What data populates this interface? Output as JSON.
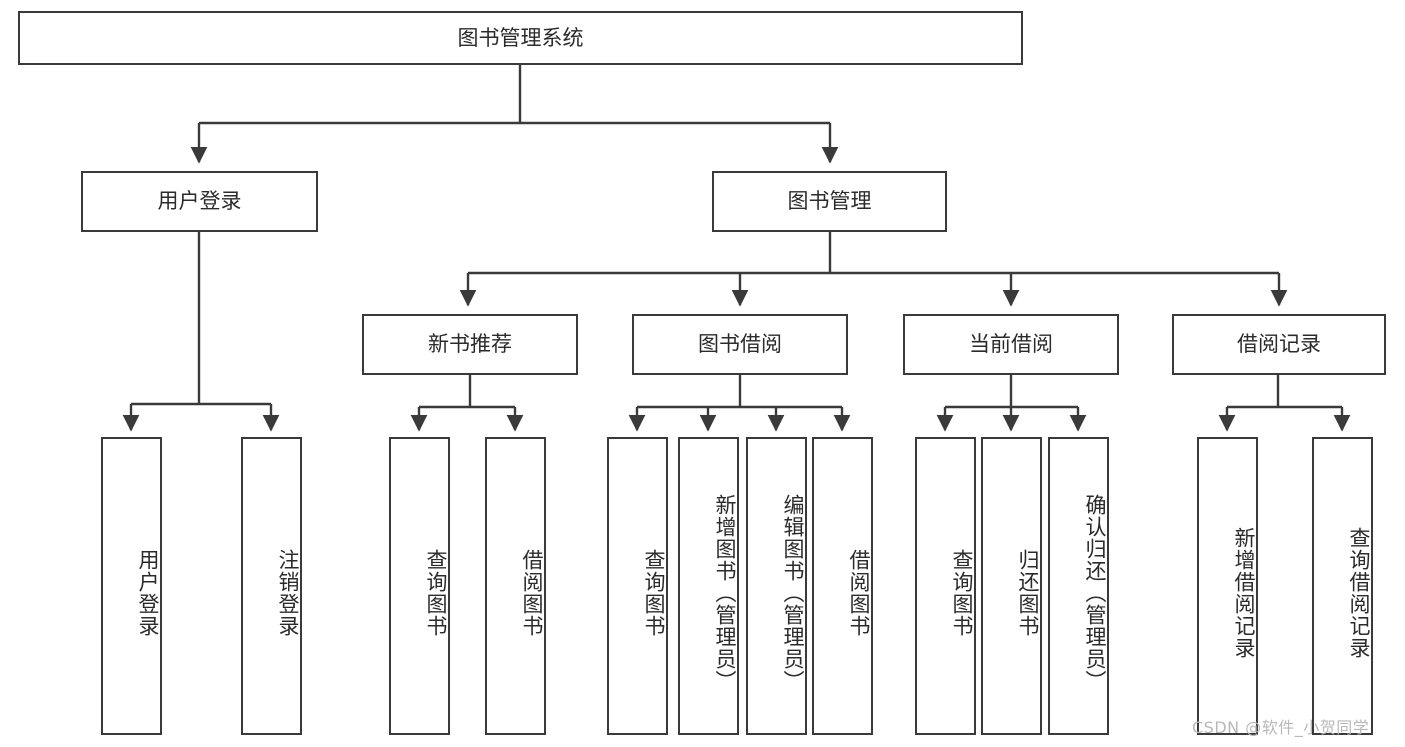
{
  "diagram": {
    "type": "tree-hierarchy",
    "title": "图书管理系统",
    "orientation": "top-down",
    "colors": {
      "box_border": "#3a3a3a",
      "box_fill": "#ffffff",
      "connector": "#3a3a3a",
      "text": "#2b2b2b",
      "watermark": "#b9b9b9",
      "background": "#ffffff"
    },
    "levels": {
      "root": [
        "图书管理系统"
      ],
      "level2": [
        "用户登录",
        "图书管理"
      ],
      "level3": [
        "新书推荐",
        "图书借阅",
        "当前借阅",
        "借阅记录"
      ],
      "leaves": [
        "用户登录",
        "注销登录",
        "查询图书",
        "借阅图书",
        "查询图书",
        "新增图书（管理员）",
        "编辑图书（管理员）",
        "借阅图书",
        "查询图书",
        "归还图书",
        "确认归还（管理员）",
        "新增借阅记录",
        "查询借阅记录"
      ]
    }
  },
  "nodes": {
    "root": {
      "label": "图书管理系统"
    },
    "user_login": {
      "label": "用户登录"
    },
    "book_manage": {
      "label": "图书管理"
    },
    "new_book_rec": {
      "label": "新书推荐"
    },
    "book_borrow": {
      "label": "图书借阅"
    },
    "current_borrow": {
      "label": "当前借阅"
    },
    "borrow_record": {
      "label": "借阅记录"
    },
    "leaf_user_login": {
      "label": "用户登录"
    },
    "leaf_logout": {
      "label": "注销登录"
    },
    "leaf_query_book_1": {
      "label": "查询图书"
    },
    "leaf_borrow_book_1": {
      "label": "借阅图书"
    },
    "leaf_query_book_2": {
      "label": "查询图书"
    },
    "leaf_add_book": {
      "label": "新增图书（管理员）"
    },
    "leaf_edit_book": {
      "label": "编辑图书（管理员）"
    },
    "leaf_borrow_book_2": {
      "label": "借阅图书"
    },
    "leaf_query_book_3": {
      "label": "查询图书"
    },
    "leaf_return_book": {
      "label": "归还图书"
    },
    "leaf_confirm_return": {
      "label": "确认归还（管理员）"
    },
    "leaf_add_record": {
      "label": "新增借阅记录"
    },
    "leaf_query_record": {
      "label": "查询借阅记录"
    }
  },
  "watermark": {
    "text": "CSDN @软件_小贺同学"
  }
}
